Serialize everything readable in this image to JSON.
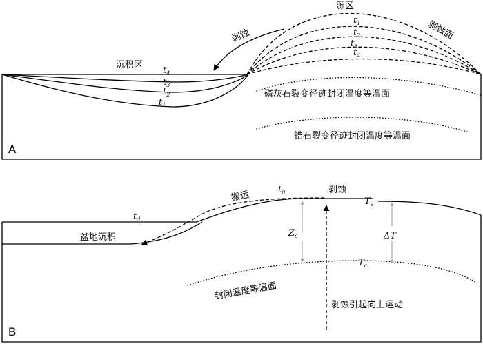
{
  "panel_a": {
    "panel_label": "A",
    "source_area": "源区",
    "erosion": "剥蚀",
    "erosion_surface": "剥蚀面",
    "deposition_area": "沉积区",
    "apatite_isotherm": "磷灰石裂变径迹封闭温度等温面",
    "zircon_isotherm": "锆石裂变径迹封闭温度等温面",
    "time_labels": {
      "surfaces": [
        {
          "t": "t",
          "sub": "1"
        },
        {
          "t": "t",
          "sub": "2"
        },
        {
          "t": "t",
          "sub": "3"
        },
        {
          "t": "t",
          "sub": "4"
        }
      ],
      "basin": [
        {
          "t": "t",
          "sub": "4"
        },
        {
          "t": "t",
          "sub": "3"
        },
        {
          "t": "t",
          "sub": "2"
        },
        {
          "t": "t",
          "sub": "1"
        }
      ]
    }
  },
  "panel_b": {
    "panel_label": "B",
    "transport": "搬运",
    "erosion": "剥蚀",
    "t0": {
      "t": "t",
      "sub": "0"
    },
    "td": {
      "t": "t",
      "sub": "d"
    },
    "ts": {
      "t": "T",
      "sub": "s"
    },
    "tc": {
      "t": "T",
      "sub": "c"
    },
    "zc": {
      "t": "Z",
      "sub": "c"
    },
    "delta_t": "ΔT",
    "basin_deposition": "盆地沉积",
    "closure_isotherm": "封闭温度等温面",
    "uplift": "剥蚀引起向上运动"
  }
}
